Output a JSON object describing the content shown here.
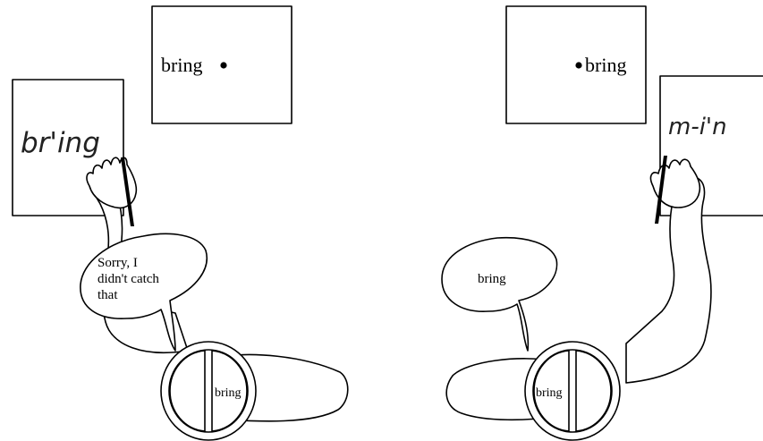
{
  "left_scene": {
    "screen_word": "bring",
    "handwriting": "br'ing",
    "speech": [
      "Sorry, I",
      "didn't catch",
      "that"
    ],
    "brain_word": "bring"
  },
  "right_scene": {
    "screen_word": "bring",
    "handwriting": "m-i'n",
    "speech": "bring",
    "brain_word": "bring"
  }
}
